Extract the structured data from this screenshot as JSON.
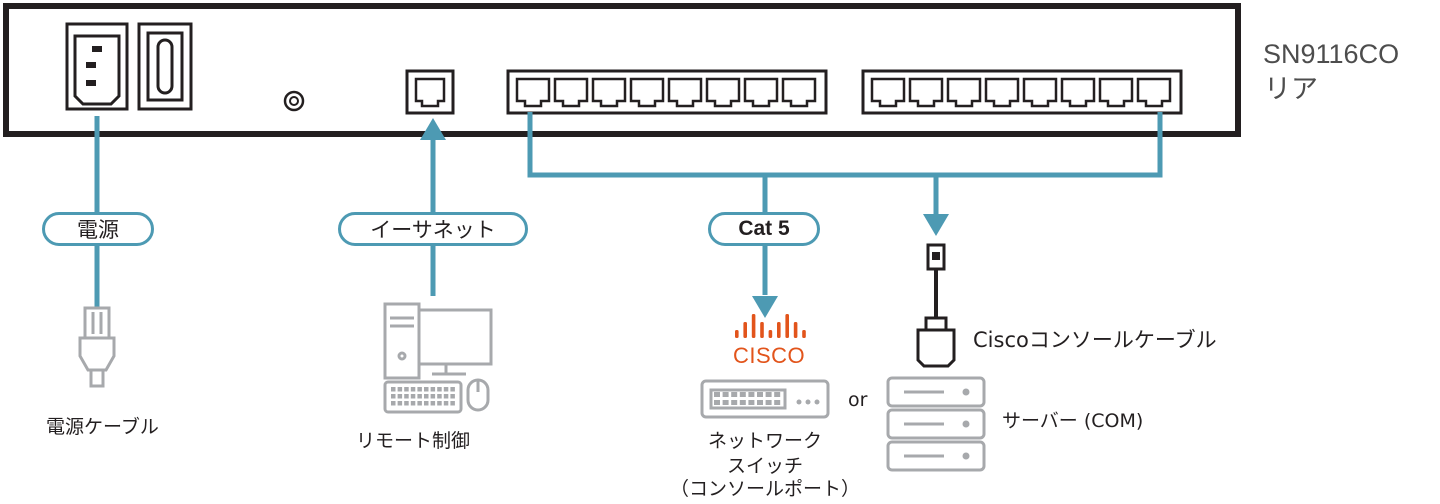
{
  "device": {
    "name": "SN9116CO",
    "view": "リア"
  },
  "connections": {
    "power_label": "電源",
    "ethernet_label": "イーサネット",
    "cat5_label": "Cat 5"
  },
  "captions": {
    "power_cable": "電源ケーブル",
    "remote_control": "リモート制御",
    "network_switch_line1": "ネットワーク",
    "network_switch_line2": "スイッチ",
    "network_switch_line3": "（コンソールポート）",
    "or": "or",
    "cisco_console_cable": "Ciscoコンソールケーブル",
    "server_com": "サーバー (COM)"
  },
  "logo": {
    "brand": "CISCO"
  },
  "colors": {
    "line": "#4d9ab3",
    "device_outline": "#231f20",
    "icon_gray": "#a7a9ac",
    "cisco_orange": "#e2541b"
  }
}
